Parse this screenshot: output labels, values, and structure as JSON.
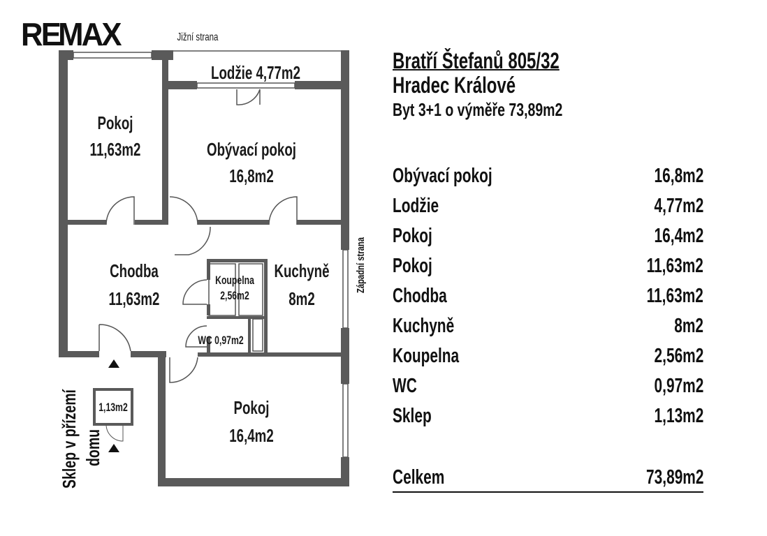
{
  "logo": "RE/MAX",
  "orientation": {
    "south": "Jižní strana",
    "west": "Západní strana"
  },
  "rooms": {
    "lodzie": "Lodžie 4,77m2",
    "pokoj1_name": "Pokoj",
    "pokoj1_area": "11,63m2",
    "obyvaci_name": "Obývací pokoj",
    "obyvaci_area": "16,8m2",
    "chodba_name": "Chodba",
    "chodba_area": "11,63m2",
    "koupelna_name": "Koupelna",
    "koupelna_area": "2,56m2",
    "kuchyne_name": "Kuchyně",
    "kuchyne_area": "8m2",
    "wc": "WC 0,97m2",
    "pokoj2_name": "Pokoj",
    "pokoj2_area": "16,4m2",
    "sklep_area": "1,13m2",
    "sklep_label_1": "Sklep v přízemí",
    "sklep_label_2": "domu"
  },
  "header": {
    "address": "Bratří Štefanů 805/32",
    "city": "Hradec Králové",
    "summary": "Byt 3+1 o výměře 73,89m2"
  },
  "areas": [
    {
      "name": "Obývací pokoj",
      "value": "16,8m2"
    },
    {
      "name": "Lodžie",
      "value": "4,77m2"
    },
    {
      "name": "Pokoj",
      "value": "16,4m2"
    },
    {
      "name": "Pokoj",
      "value": "11,63m2"
    },
    {
      "name": "Chodba",
      "value": "11,63m2"
    },
    {
      "name": "Kuchyně",
      "value": "8m2"
    },
    {
      "name": "Koupelna",
      "value": "2,56m2"
    },
    {
      "name": "WC",
      "value": "0,97m2"
    },
    {
      "name": "Sklep",
      "value": "1,13m2"
    }
  ],
  "total": {
    "name": "Celkem",
    "value": "73,89m2"
  }
}
